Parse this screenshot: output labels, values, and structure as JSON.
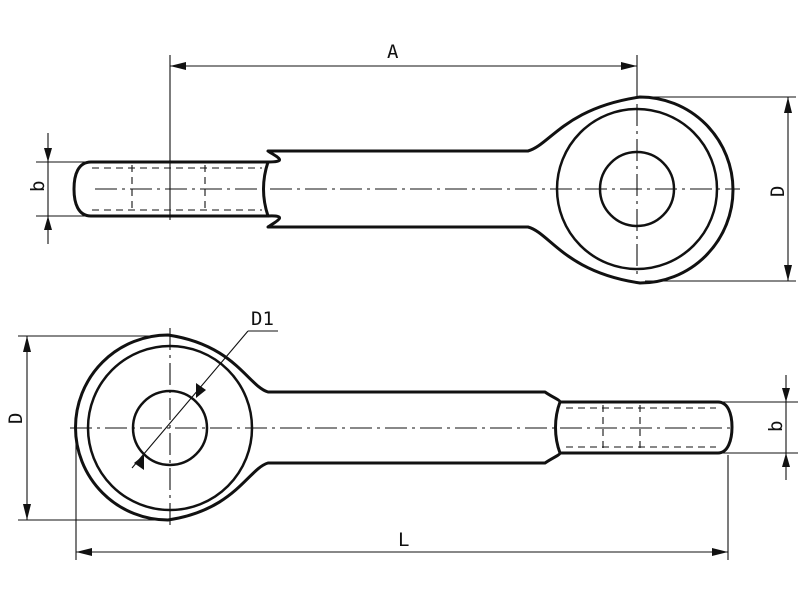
{
  "labels": {
    "a": "A",
    "b_top": "b",
    "d_top": "D",
    "d1": "D1",
    "d_bottom": "D",
    "b_bottom": "b",
    "l": "L"
  }
}
